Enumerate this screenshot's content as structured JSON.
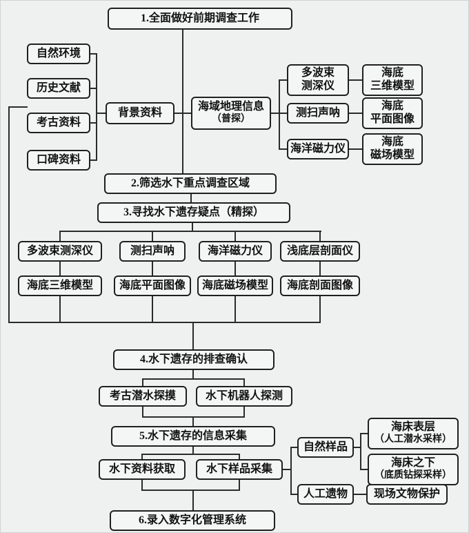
{
  "steps": {
    "s1": "1.全面做好前期调查工作",
    "s2": "2.筛选水下重点调查区域",
    "s3": "3.寻找水下遗存疑点（精探）",
    "s4": "4.水下遗存的排查确认",
    "s5": "5.水下遗存的信息采集",
    "s6": "6.录入数字化管理系统"
  },
  "sources": {
    "natural_env": "自然环境",
    "historical_docs": "历史文献",
    "archaeo_materials": "考古资料",
    "oral_accounts": "口碑资料"
  },
  "background_data": "背景资料",
  "marine_geo": {
    "line1": "海域地理信息",
    "line2": "（普探）"
  },
  "general_survey": {
    "multibeam": {
      "line1": "多波束",
      "line2": "测深仪"
    },
    "multibeam_out": {
      "line1": "海底",
      "line2": "三维模型"
    },
    "sidescan": "测扫声呐",
    "sidescan_out": {
      "line1": "海底",
      "line2": "平面图像"
    },
    "magnetometer": "海洋磁力仪",
    "magnetometer_out": {
      "line1": "海底",
      "line2": "磁场模型"
    }
  },
  "detailed_survey": {
    "multibeam": "多波束测深仪",
    "sidescan": "测扫声呐",
    "magnetometer": "海洋磁力仪",
    "subbottom": "浅底层剖面仪",
    "multibeam_out": "海底三维模型",
    "sidescan_out": "海底平面图像",
    "magnetometer_out": "海底磁场模型",
    "subbottom_out": "海底剖面图像"
  },
  "confirmation": {
    "diver": "考古潜水探摸",
    "rov": "水下机器人探测"
  },
  "collection": {
    "data_acq": "水下资料获取",
    "sampling": "水下样品采集"
  },
  "samples": {
    "natural": "自然样品",
    "seabed_surface": {
      "line1": "海床表层",
      "line2": "（人工潜水采样）"
    },
    "seabed_below": {
      "line1": "海床之下",
      "line2": "（底质钻探采样）"
    },
    "artifacts": "人工遗物",
    "protection": "现场文物保护"
  }
}
